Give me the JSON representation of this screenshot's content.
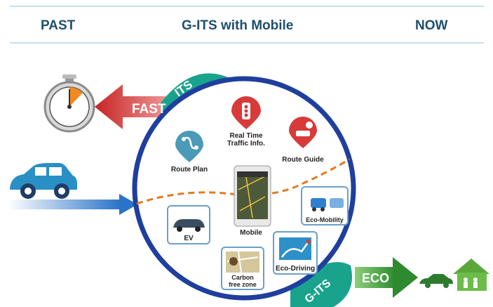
{
  "header": {
    "past": "PAST",
    "center": "G-ITS with Mobile",
    "now": "NOW"
  },
  "arrows": {
    "fast": "FAST",
    "eco": "ECO"
  },
  "ribbons": {
    "its": "ITS",
    "gits": "G-ITS"
  },
  "items": {
    "route_plan": "Route Plan",
    "realtime_line1": "Real Time",
    "realtime_line2": "Traffic Info.",
    "route_guide": "Route Guide",
    "mobile": "Mobile",
    "ev": "EV",
    "eco_mobility": "Eco-Mobility",
    "eco_driving": "Eco-Driving",
    "carbon_line1": "Carbon",
    "carbon_line2": "free zone"
  },
  "colors": {
    "navy": "#1f3f9e",
    "teal": "#1aa38c",
    "red": "#d83a3a",
    "green": "#3e9a3a",
    "blue": "#2f7fd0",
    "orange": "#e07a1f"
  }
}
